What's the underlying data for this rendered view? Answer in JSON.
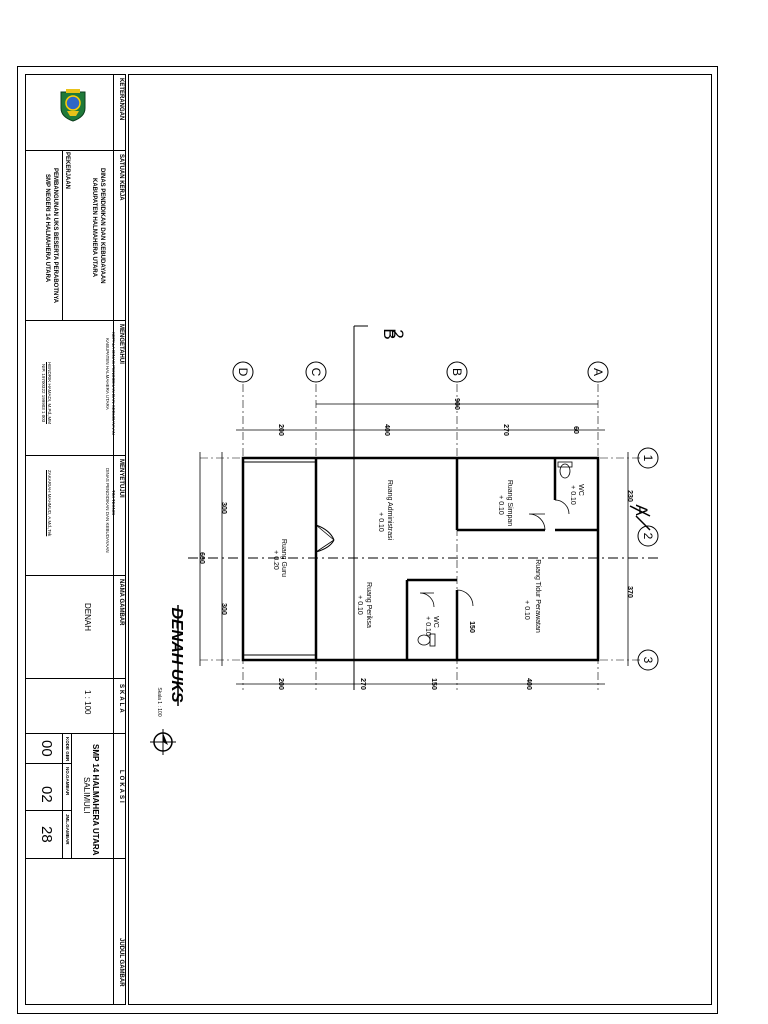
{
  "title_block": {
    "keterangan_label": "KETERANGAN",
    "satuan_kerja_label": "SATUAN KERJA",
    "satuan_kerja_line1": "DINAS PENDIDIKAN DAN KEBUDAYAAN",
    "satuan_kerja_line2": "KABUPATEN HALMAHERA UTARA",
    "pekerjaan_label": "PEKERJAAN",
    "pekerjaan_line1": "PEMBANGUNAN UKS BESERTA PERABOTNYA",
    "pekerjaan_line2": "SMP NEGERI 14 HALMAHERA UTARA",
    "mengetahui_label": "MENGETAHUI",
    "mengetahui_line1": "KEPALA DINAS PENDIDIKAN DAN KEBUDAYAAN",
    "mengetahui_line2": "KABUPATEN HALMAHERA UTARA",
    "signer_name": "HENDRIK HAMADI, M.Pd.,MM",
    "signer_nip": "NIP. 19700322 199903 1 003",
    "menyetujui_label": "MENYETUJUI",
    "menyetujui_line1": "TIM TEKNIS",
    "menyetujui_line2": "DINAS PENDIDIKAN DAN KEBUDAYAAN",
    "menyetujui_name": "ZAKARIAH MAHMUD, A.Md.,Tek",
    "nama_gambar_label": "NAMA GAMBAR",
    "nama_gambar_value": "DENAH",
    "skala_label": "SKALA",
    "skala_value": "1 : 100",
    "lokasi_label": "LOKASI",
    "lokasi_line1": "SMP 14 HALMAHERA UTARA",
    "lokasi_line2": "SALIMULI",
    "kode_gbr_label": "KODE GBR",
    "kode_gbr_value": "00",
    "no_gambar_label": "NO.GAMBAR",
    "no_gambar_value": "02",
    "jml_gambar_label": "JML.GAMBAR",
    "jml_gambar_value": "28",
    "judul_gambar_label": "JUDUL GAMBAR"
  },
  "drawing": {
    "title": "DENAH UKS",
    "scale_note": "Skala 1 : 100",
    "section_a": "A",
    "section_b": "B",
    "section_number": "2",
    "grid_letters": [
      "A",
      "B",
      "C",
      "D"
    ],
    "grid_numbers": [
      "1",
      "2",
      "3"
    ],
    "dims_top": [
      "60",
      "270",
      "400",
      "200"
    ],
    "dims_overall_top": "900",
    "dims_bottom": [
      "400",
      "150",
      "270",
      "200"
    ],
    "dims_left": [
      "300",
      "300"
    ],
    "dims_left_total": "600",
    "dims_right": [
      "230",
      "370"
    ],
    "dim_inner": "150",
    "rooms": [
      {
        "name": "Ruang Administrasi",
        "level": "+ 0.10"
      },
      {
        "name": "Ruang Simpan",
        "level": "+ 0.10"
      },
      {
        "name": "WC",
        "level": "+ 0.10"
      },
      {
        "name": "Ruang Guru",
        "level": "+ 0.20"
      },
      {
        "name": "Ruang Tidur Perawatan",
        "level": "+ 0.10"
      },
      {
        "name": "Ruang Periksa",
        "level": "+ 0.10"
      },
      {
        "name": "WC",
        "level": "+ 0.10"
      }
    ]
  }
}
